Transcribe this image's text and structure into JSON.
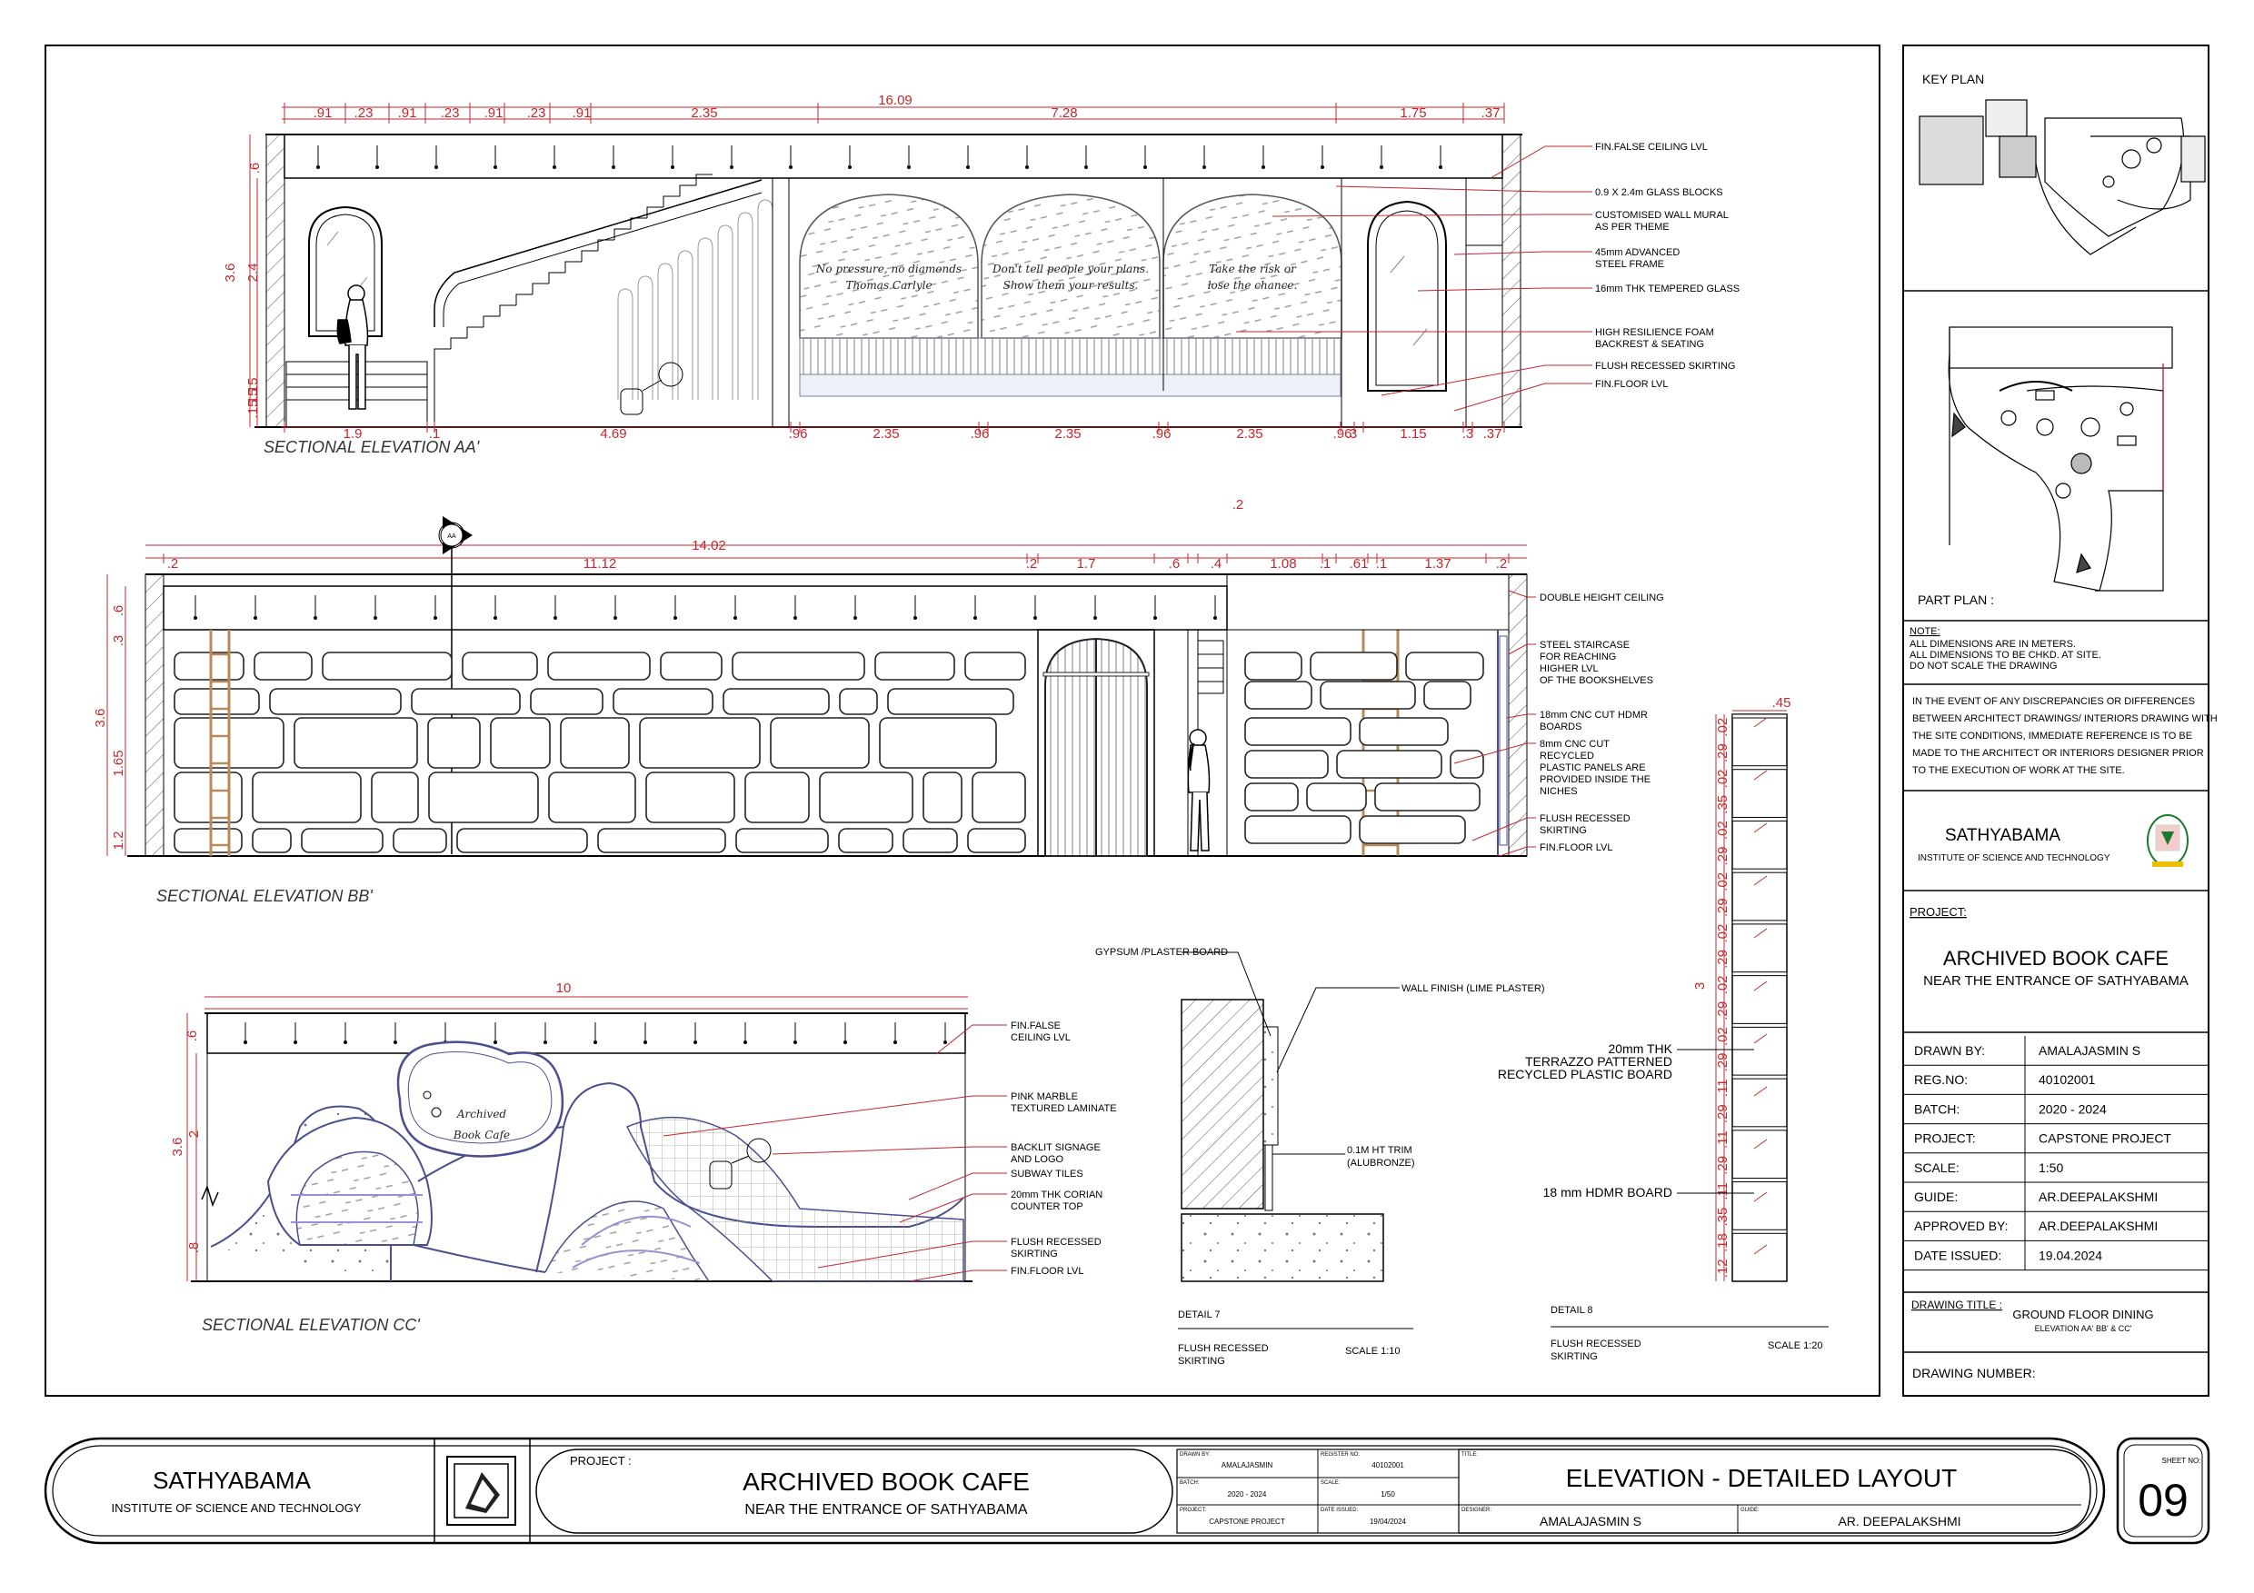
{
  "elevation_aa": {
    "title": "SECTIONAL ELEVATION AA'",
    "top_total": "16.09",
    "top_dims": [
      ".91",
      ".23",
      ".91",
      ".23",
      ".91",
      ".23",
      ".91",
      "2.35",
      "7.28",
      "1.75",
      ".37"
    ],
    "bottom_dims": [
      "1.9",
      ".1",
      "4.69",
      ".96",
      "2.35",
      ".96",
      "2.35",
      ".96",
      "2.35",
      ".96",
      ".3",
      "1.15",
      ".3",
      ".37"
    ],
    "vertical_dims": [
      ".6",
      "3.6",
      "2.4",
      ".15",
      ".15",
      ".15"
    ],
    "quotes": [
      {
        "line1": "No pressure, no diamonds",
        "line2": "Thomas Carlyle"
      },
      {
        "line1": "Don't tell people your plans.",
        "line2": "Show them your results."
      },
      {
        "line1": "Take the risk or",
        "line2": "lose the chance."
      }
    ],
    "labels": [
      "FIN.FALSE CEILING LVL",
      "0.9 X 2.4m GLASS BLOCKS",
      "CUSTOMISED WALL MURAL",
      "AS PER THEME",
      "45mm ADVANCED",
      "STEEL FRAME",
      "16mm THK TEMPERED GLASS",
      "HIGH RESILIENCE FOAM",
      "BACKREST & SEATING",
      "FLUSH RECESSED SKIRTING",
      "FIN.FLOOR LVL"
    ]
  },
  "elevation_bb": {
    "title": "SECTIONAL ELEVATION BB'",
    "top_total": "14.02",
    "mid_dim": ".2",
    "top_dims": [
      ".2",
      "11.12",
      ".2",
      "1.7",
      ".6",
      ".4",
      "1.08",
      ".1",
      ".61",
      ".1",
      "1.37",
      ".2"
    ],
    "vertical_dims": [
      ".6",
      ".3",
      "3.6",
      "1.65",
      "1.2"
    ],
    "labels": [
      "DOUBLE HEIGHT CEILING",
      "STEEL STAIRCASE",
      "FOR REACHING",
      "HIGHER LVL",
      "OF THE BOOKSHELVES",
      "18mm CNC CUT HDMR",
      "BOARDS",
      "8mm CNC CUT",
      "RECYCLED",
      "PLASTIC PANELS ARE",
      "PROVIDED INSIDE THE",
      "NICHES",
      "FLUSH RECESSED",
      "SKIRTING",
      "FIN.FLOOR LVL"
    ]
  },
  "elevation_cc": {
    "title": "SECTIONAL ELEVATION CC'",
    "top_total": "10",
    "vertical_dims": [
      ".6",
      "3.6",
      "2",
      ".8"
    ],
    "signage_line1": "Archived",
    "signage_line2": "Book Cafe",
    "labels": [
      "FIN.FALSE",
      "CEILING LVL",
      "PINK MARBLE",
      "TEXTURED LAMINATE",
      "BACKLIT SIGNAGE",
      "AND LOGO",
      "SUBWAY TILES",
      "20mm THK CORIAN",
      "COUNTER TOP",
      "FLUSH RECESSED",
      "SKIRTING",
      "FIN.FLOOR LVL"
    ]
  },
  "detail7": {
    "gypsum": "GYPSUM /PLASTER BOARD",
    "wall_finish": "WALL FINISH (LIME PLASTER)",
    "trim1": "0.1M HT TRIM",
    "trim2": "(ALUBRONZE)",
    "title": "DETAIL 7",
    "sub1": "FLUSH RECESSED",
    "sub2": "SKIRTING",
    "scale": "SCALE 1:10"
  },
  "detail8": {
    "width_dim": ".45",
    "height_dim": "3",
    "shelf_dims": [
      ".02",
      ".29",
      ".02",
      ".35",
      ".02",
      ".29",
      ".02",
      ".29",
      ".02",
      ".29",
      ".02",
      ".29",
      ".02",
      ".29",
      ".11",
      ".29",
      ".11",
      ".29",
      ".11",
      ".35",
      ".18",
      ".12"
    ],
    "terrazzo1": "20mm THK",
    "terrazzo2": "TERRAZZO PATTERNED",
    "terrazzo3": "RECYCLED PLASTIC BOARD",
    "hdmr": "18 mm HDMR BOARD",
    "title": "DETAIL 8",
    "sub1": "FLUSH RECESSED",
    "sub2": "SKIRTING",
    "scale": "SCALE 1:20"
  },
  "side_panel": {
    "key_plan": "KEY PLAN",
    "part_plan": "PART PLAN :",
    "note_title": "NOTE:",
    "notes": [
      "ALL DIMENSIONS ARE IN  METERS.",
      "ALL DIMENSIONS TO BE CHKD. AT SITE.",
      "DO NOT SCALE THE DRAWING"
    ],
    "discrepancy": [
      "IN THE EVENT OF ANY DISCREPANCIES OR DIFFERENCES",
      "BETWEEN ARCHITECT DRAWINGS/ INTERIORS DRAWING WITH",
      "THE SITE CONDITIONS, IMMEDIATE REFERENCE IS TO BE",
      "MADE TO THE ARCHITECT OR INTERIORS DESIGNER PRIOR",
      "TO THE EXECUTION OF  WORK AT THE SITE."
    ],
    "institute": "SATHYABAMA",
    "institute_sub": "INSTITUTE OF SCIENCE AND TECHNOLOGY",
    "project_label": "PROJECT:",
    "project_name": "ARCHIVED BOOK CAFE",
    "project_sub": "NEAR THE ENTRANCE OF SATHYABAMA",
    "rows": [
      {
        "k": "DRAWN BY:",
        "v": "AMALAJASMIN S"
      },
      {
        "k": "REG.NO:",
        "v": "40102001"
      },
      {
        "k": "BATCH:",
        "v": "2020 - 2024"
      },
      {
        "k": "PROJECT:",
        "v": "CAPSTONE PROJECT"
      },
      {
        "k": "SCALE:",
        "v": "1:50"
      },
      {
        "k": "GUIDE:",
        "v": "AR.DEEPALAKSHMI"
      },
      {
        "k": "APPROVED BY:",
        "v": "AR.DEEPALAKSHMI"
      },
      {
        "k": "DATE ISSUED:",
        "v": "19.04.2024"
      }
    ],
    "drawing_title_label": "DRAWING TITLE :",
    "drawing_title": "GROUND FLOOR DINING",
    "drawing_title_sub": "ELEVATION AA' BB' & CC'",
    "drawing_number": "DRAWING NUMBER:"
  },
  "bottom_bar": {
    "institute": "SATHYABAMA",
    "institute_sub": "INSTITUTE OF SCIENCE AND TECHNOLOGY",
    "project_label": "PROJECT :",
    "project_name": "ARCHIVED BOOK CAFE",
    "project_sub": "NEAR THE ENTRANCE OF SATHYABAMA",
    "drawn_by_k": "DRAWN BY:",
    "drawn_by_v": "AMALAJASMIN",
    "reg_k": "REGISTER NO:",
    "reg_v": "40102001",
    "batch_k": "BATCH:",
    "batch_v": "2020 - 2024",
    "scale_k": "SCALE:",
    "scale_v": "1/50",
    "project_k": "PROJECT:",
    "project_v": "CAPSTONE PROJECT",
    "date_k": "DATE ISSUED:",
    "date_v": "19/04/2024",
    "title_k": "TITLE:",
    "title": "ELEVATION - DETAILED LAYOUT",
    "designer_k": "DESIGNER:",
    "designer_v": "AMALAJASMIN S",
    "guide_k": "GUIDE:",
    "guide_v": "AR. DEEPALAKSHMI",
    "sheet_label": "SHEET NO:",
    "sheet_no": "09"
  }
}
